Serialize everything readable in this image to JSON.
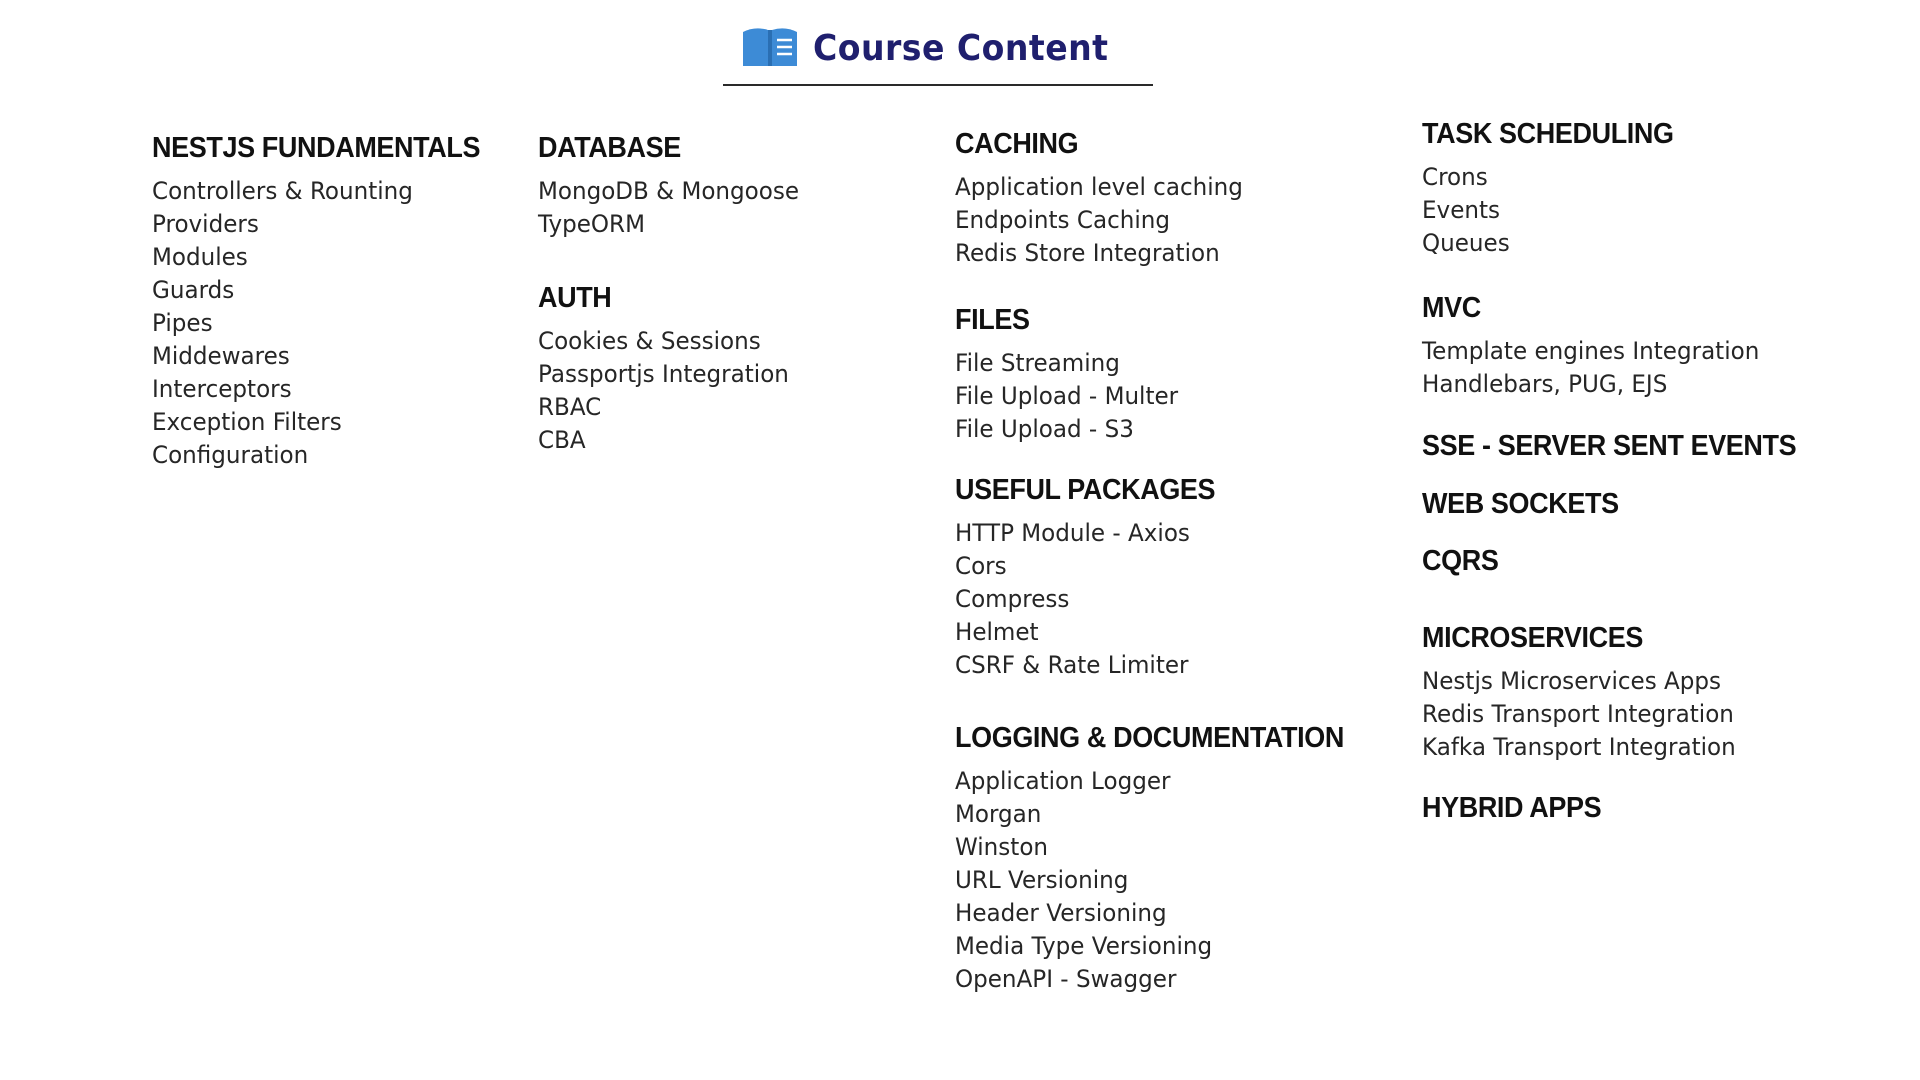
{
  "header": {
    "title": "Course Content",
    "icon": "book-icon",
    "icon_color": "#3d8bd6"
  },
  "columns": [
    {
      "sections": [
        {
          "title": "NESTJS FUNDAMENTALS",
          "items": [
            "Controllers & Rounting",
            "Providers",
            "Modules",
            "Guards",
            "Pipes",
            "Middewares",
            "Interceptors",
            "Exception Filters",
            "Configuration"
          ]
        }
      ]
    },
    {
      "sections": [
        {
          "title": "DATABASE",
          "items": [
            "MongoDB & Mongoose",
            "TypeORM"
          ]
        },
        {
          "title": "AUTH",
          "items": [
            "Cookies & Sessions",
            "Passportjs Integration",
            "RBAC",
            "CBA"
          ]
        }
      ]
    },
    {
      "sections": [
        {
          "title": "CACHING",
          "items": [
            "Application level caching",
            "Endpoints Caching",
            "Redis Store Integration"
          ]
        },
        {
          "title": "FILES",
          "items": [
            "File Streaming",
            "File Upload - Multer",
            "File Upload - S3"
          ]
        },
        {
          "title": "USEFUL PACKAGES",
          "items": [
            "HTTP Module - Axios",
            "Cors",
            "Compress",
            "Helmet",
            "CSRF & Rate Limiter"
          ]
        },
        {
          "title": "LOGGING & DOCUMENTATION",
          "items": [
            "Application Logger",
            "Morgan",
            "Winston",
            "URL Versioning",
            "Header Versioning",
            "Media Type Versioning",
            "OpenAPI - Swagger"
          ]
        }
      ]
    },
    {
      "sections": [
        {
          "title": "TASK SCHEDULING",
          "items": [
            "Crons",
            "Events",
            "Queues"
          ]
        },
        {
          "title": "MVC",
          "items": [
            "Template engines Integration",
            "Handlebars, PUG, EJS"
          ]
        },
        {
          "title": "SSE - SERVER SENT EVENTS",
          "items": []
        },
        {
          "title": "WEB SOCKETS",
          "items": []
        },
        {
          "title": "CQRS",
          "items": []
        },
        {
          "title": "MICROSERVICES",
          "items": [
            "Nestjs Microservices Apps",
            "Redis Transport Integration",
            "Kafka Transport Integration"
          ]
        },
        {
          "title": "HYBRID APPS",
          "items": []
        }
      ]
    }
  ]
}
